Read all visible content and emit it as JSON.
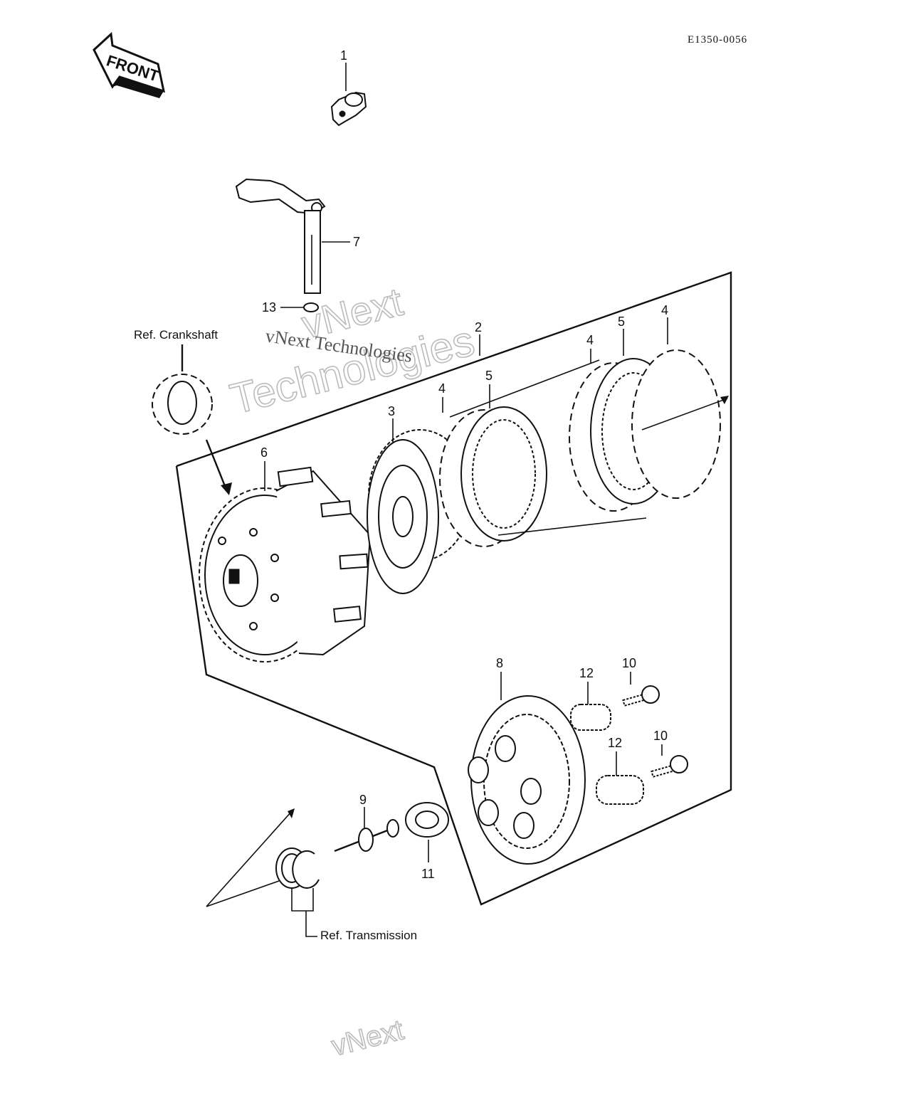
{
  "diagram": {
    "code": "E1350-0056",
    "front_label": "FRONT",
    "callouts": [
      "1",
      "2",
      "3",
      "4",
      "4",
      "4",
      "5",
      "5",
      "6",
      "7",
      "8",
      "9",
      "10",
      "10",
      "11",
      "12",
      "12",
      "13"
    ],
    "ref_crankshaft": "Ref. Crankshaft",
    "ref_transmission": "Ref. Transmission"
  },
  "watermark": {
    "outline_line1": "vNext",
    "outline_line2": "Technologies",
    "solid": "vNext Technologies",
    "bottom_fragment": "vNext"
  },
  "colors": {
    "ink": "#111111",
    "watermark_outline": "#bbbbbb",
    "watermark_solid": "#555555",
    "background": "#ffffff"
  }
}
